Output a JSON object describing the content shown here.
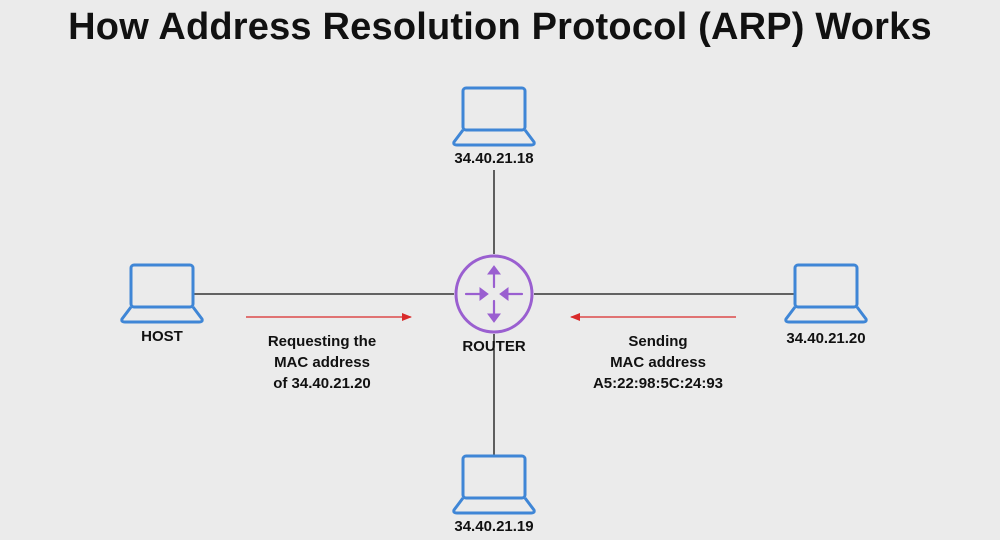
{
  "title": "How Address Resolution Protocol (ARP) Works",
  "colors": {
    "laptop": "#3f86d6",
    "router": "#9a5fd0",
    "arrow": "#d92a2a",
    "line": "#111111",
    "background": "#ebebeb"
  },
  "nodes": {
    "top": {
      "label": "34.40.21.18",
      "icon": "laptop-icon"
    },
    "bottom": {
      "label": "34.40.21.19",
      "icon": "laptop-icon"
    },
    "left": {
      "label": "HOST",
      "icon": "laptop-icon"
    },
    "right": {
      "label": "34.40.21.20",
      "icon": "laptop-icon"
    },
    "router": {
      "label": "ROUTER",
      "icon": "router-icon"
    }
  },
  "messages": {
    "request": {
      "lines": [
        "Requesting the",
        "MAC address",
        "of 34.40.21.20"
      ],
      "direction": "to-router"
    },
    "reply": {
      "lines": [
        "Sending",
        "MAC address",
        "A5:22:98:5C:24:93"
      ],
      "direction": "to-router"
    }
  }
}
